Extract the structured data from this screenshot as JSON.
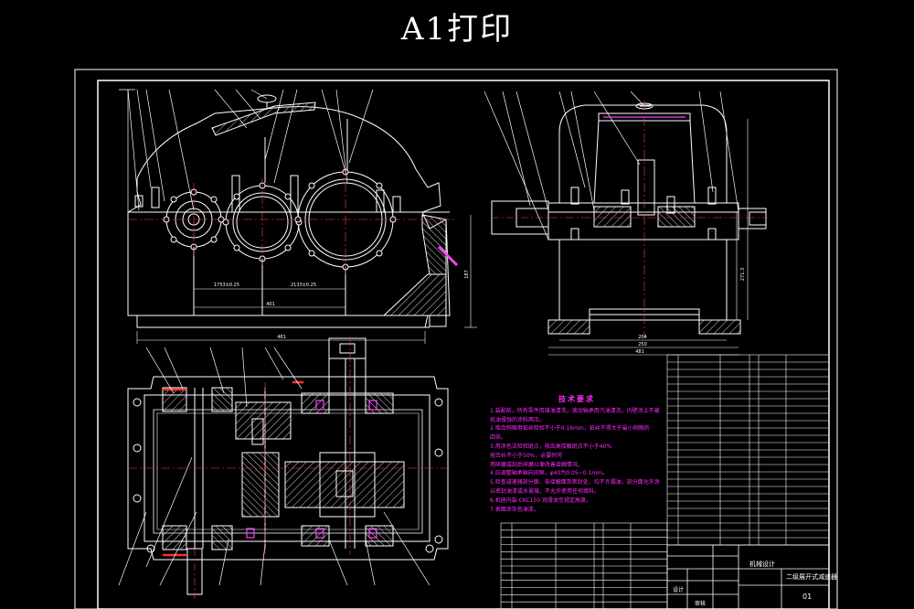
{
  "title": "A1打印",
  "dimensions": {
    "front_span_left": "1753±0.25",
    "front_span_right": "2133±0.25",
    "front_overall": "401",
    "front_total": "481",
    "side_a": "204",
    "side_b": "250",
    "side_total": "481",
    "side_height": "271.3",
    "center_height": "187"
  },
  "tech_notes": {
    "title": "技术要求",
    "lines": [
      "1.装配前，所有零件用煤油清洗，滚动轴承用汽油清洗，内壁涂上不被",
      "  机油侵蚀的涂料两次。",
      "2.啮合侧隙用铅丝检验不小于0.16mm，铅丝不得大于最小侧隙的",
      "  四倍。",
      "3.用涂色法检验斑点，按齿高接触斑点不小于40%",
      "  按齿长不小于50%，必要时可",
      "  用研磨或刮后研磨以便改善接触情况。",
      "4.应调整轴承轴向间隙，φ40为0.05~0.1mm。",
      "5.检查减速器剖分面、各接触面及密封处，均不许漏油，剖分面允许涂",
      "  以密封油漆或水玻璃，不允许使用任何填料。",
      "6.机座内装 CKC150 润滑油至规定高度。",
      "7.表面涂灰色油漆。"
    ]
  },
  "title_block": {
    "name": "二级展开式减速器",
    "course": "机械设计",
    "drawing_no": "01",
    "designer_label": "设计",
    "checker_label": "审核"
  },
  "colors": {
    "line": "#ffffff",
    "hatch": "#d4d4d4",
    "centerline": "#ff4040",
    "notes": "#ff2bff",
    "highlight": "#ff3030"
  }
}
